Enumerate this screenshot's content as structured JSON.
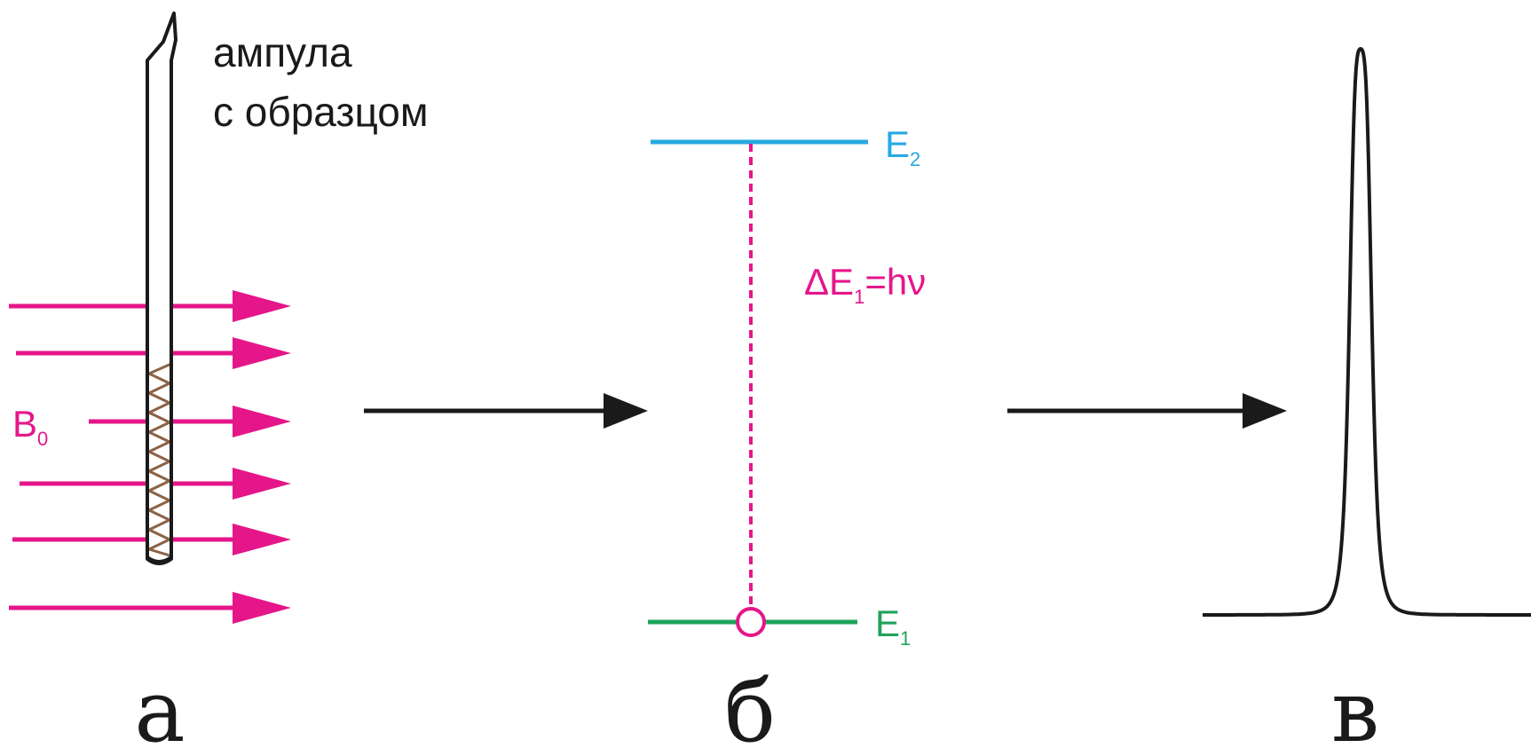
{
  "panel_a": {
    "caption": "а",
    "ampoule_label_line1": "ампула",
    "ampoule_label_line2": "с образцом",
    "field_label_main": "B",
    "field_label_sub": "0"
  },
  "panel_b": {
    "caption": "б",
    "upper_level": {
      "main": "E",
      "sub": "2"
    },
    "lower_level": {
      "main": "E",
      "sub": "1"
    },
    "transition_label": {
      "prefix": "ΔE",
      "sub": "1",
      "suffix": "=hν"
    }
  },
  "panel_c": {
    "caption": "в"
  },
  "colors": {
    "field_arrows": "#e5168a",
    "upper_level": "#27a9e1",
    "lower_level": "#1fa35a",
    "transition": "#e5168a",
    "coil": "#8b6246",
    "ink": "#1a1a1a"
  }
}
